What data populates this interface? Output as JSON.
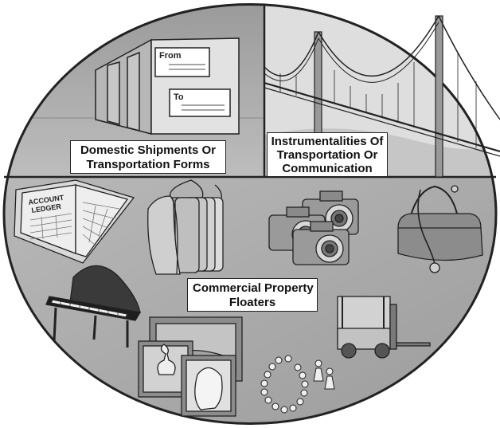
{
  "sections": {
    "shipments": {
      "label_lines": [
        "Domestic Shipments Or",
        "Transportation Forms"
      ],
      "box_from": "From",
      "box_to": "To"
    },
    "instrumentalities": {
      "label_lines": [
        "Instrumentalities Of",
        "Transportation Or",
        "Communication"
      ]
    },
    "floaters": {
      "label_lines": [
        "Commercial Property",
        "Floaters"
      ],
      "ledger_lines": [
        "ACCOUNT",
        "LEDGER"
      ]
    }
  },
  "colors": {
    "bg_top_left": "#a9a9a9",
    "bg_top_right": "#d8d8d8",
    "bg_bottom": "#a6a6a6",
    "outline": "#222222",
    "object_fill": "#d4d4d4"
  },
  "icons": [
    "box-icon",
    "bridge-icon",
    "ledger-icon",
    "garments-icon",
    "cameras-icon",
    "medical-bag-icon",
    "piano-icon",
    "paintings-icon",
    "jewelry-icon",
    "forklift-icon"
  ]
}
